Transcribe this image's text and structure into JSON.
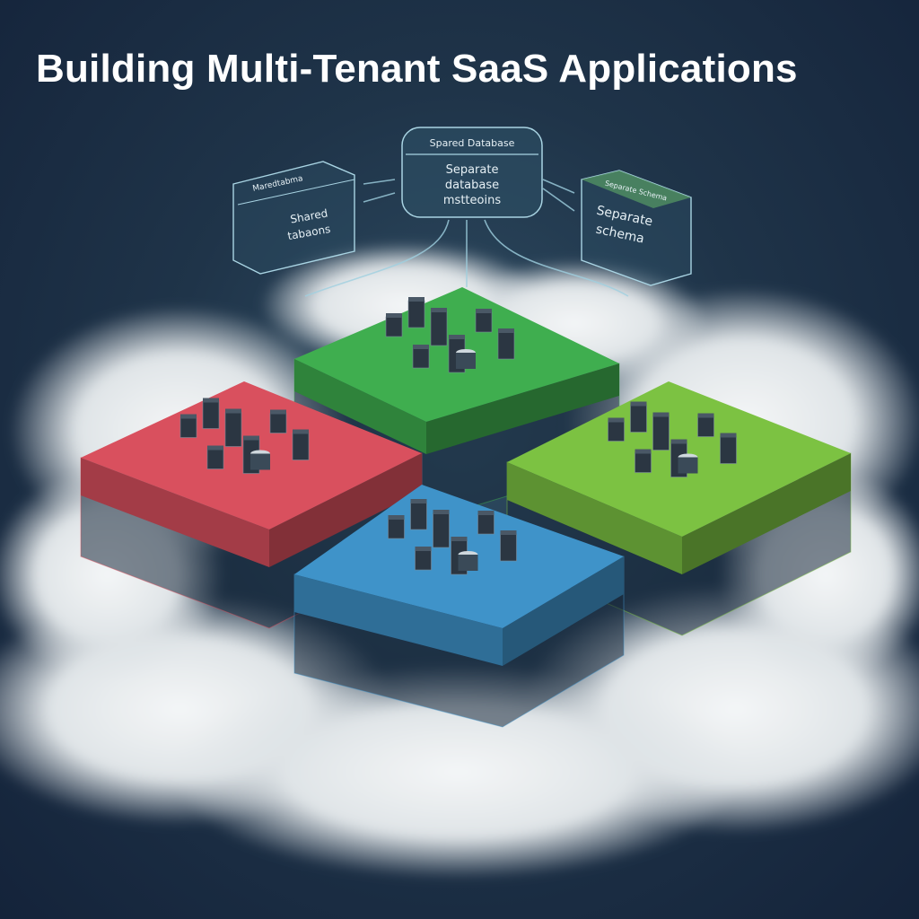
{
  "title": "Building Multi-Tenant SaaS Applications",
  "nodes": {
    "center": {
      "header": "Spared Database",
      "body": [
        "Separate",
        "database",
        "mstteoins"
      ]
    },
    "left": {
      "header": "Maredtabma",
      "body": [
        "Shared",
        "tabaons"
      ]
    },
    "right": {
      "header": "Separate Schema",
      "body": [
        "Separate",
        "schema"
      ]
    }
  },
  "colors": {
    "background": "#1f3449",
    "tenant_red": "#d9505e",
    "tenant_green": "#3fae4f",
    "tenant_lime": "#7cc242",
    "tenant_blue": "#3f93c9",
    "schema_header": "#4f8c62"
  }
}
